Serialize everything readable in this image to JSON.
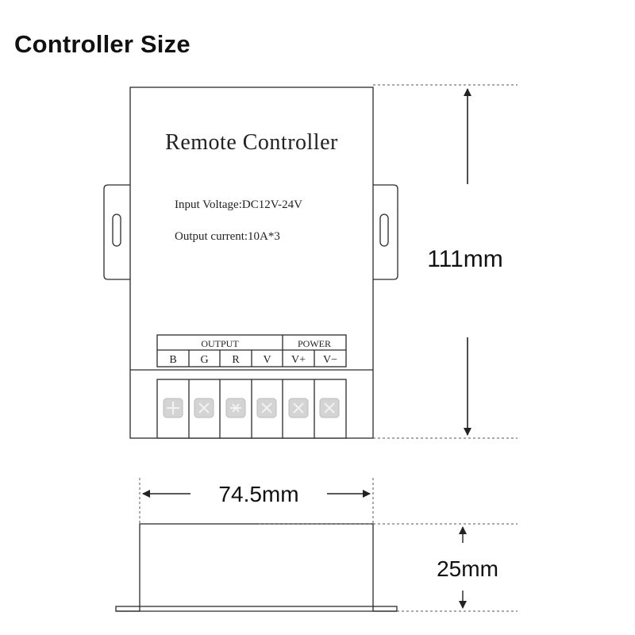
{
  "page": {
    "title": "Controller Size"
  },
  "device": {
    "label": "Remote Controller",
    "spec_voltage": "Input Voltage:DC12V-24V",
    "spec_current": "Output current:10A*3",
    "output_header": "OUTPUT",
    "power_header": "POWER",
    "terminals": [
      "B",
      "G",
      "R",
      "V",
      "V+",
      "V−"
    ]
  },
  "dimensions": {
    "height": "111mm",
    "width": "74.5mm",
    "depth": "25mm"
  },
  "colors": {
    "outline": "#2b2b2b",
    "screw_fill": "#d4d4d4",
    "screw_mark": "#f2f2f2",
    "dashed": "#555555"
  }
}
